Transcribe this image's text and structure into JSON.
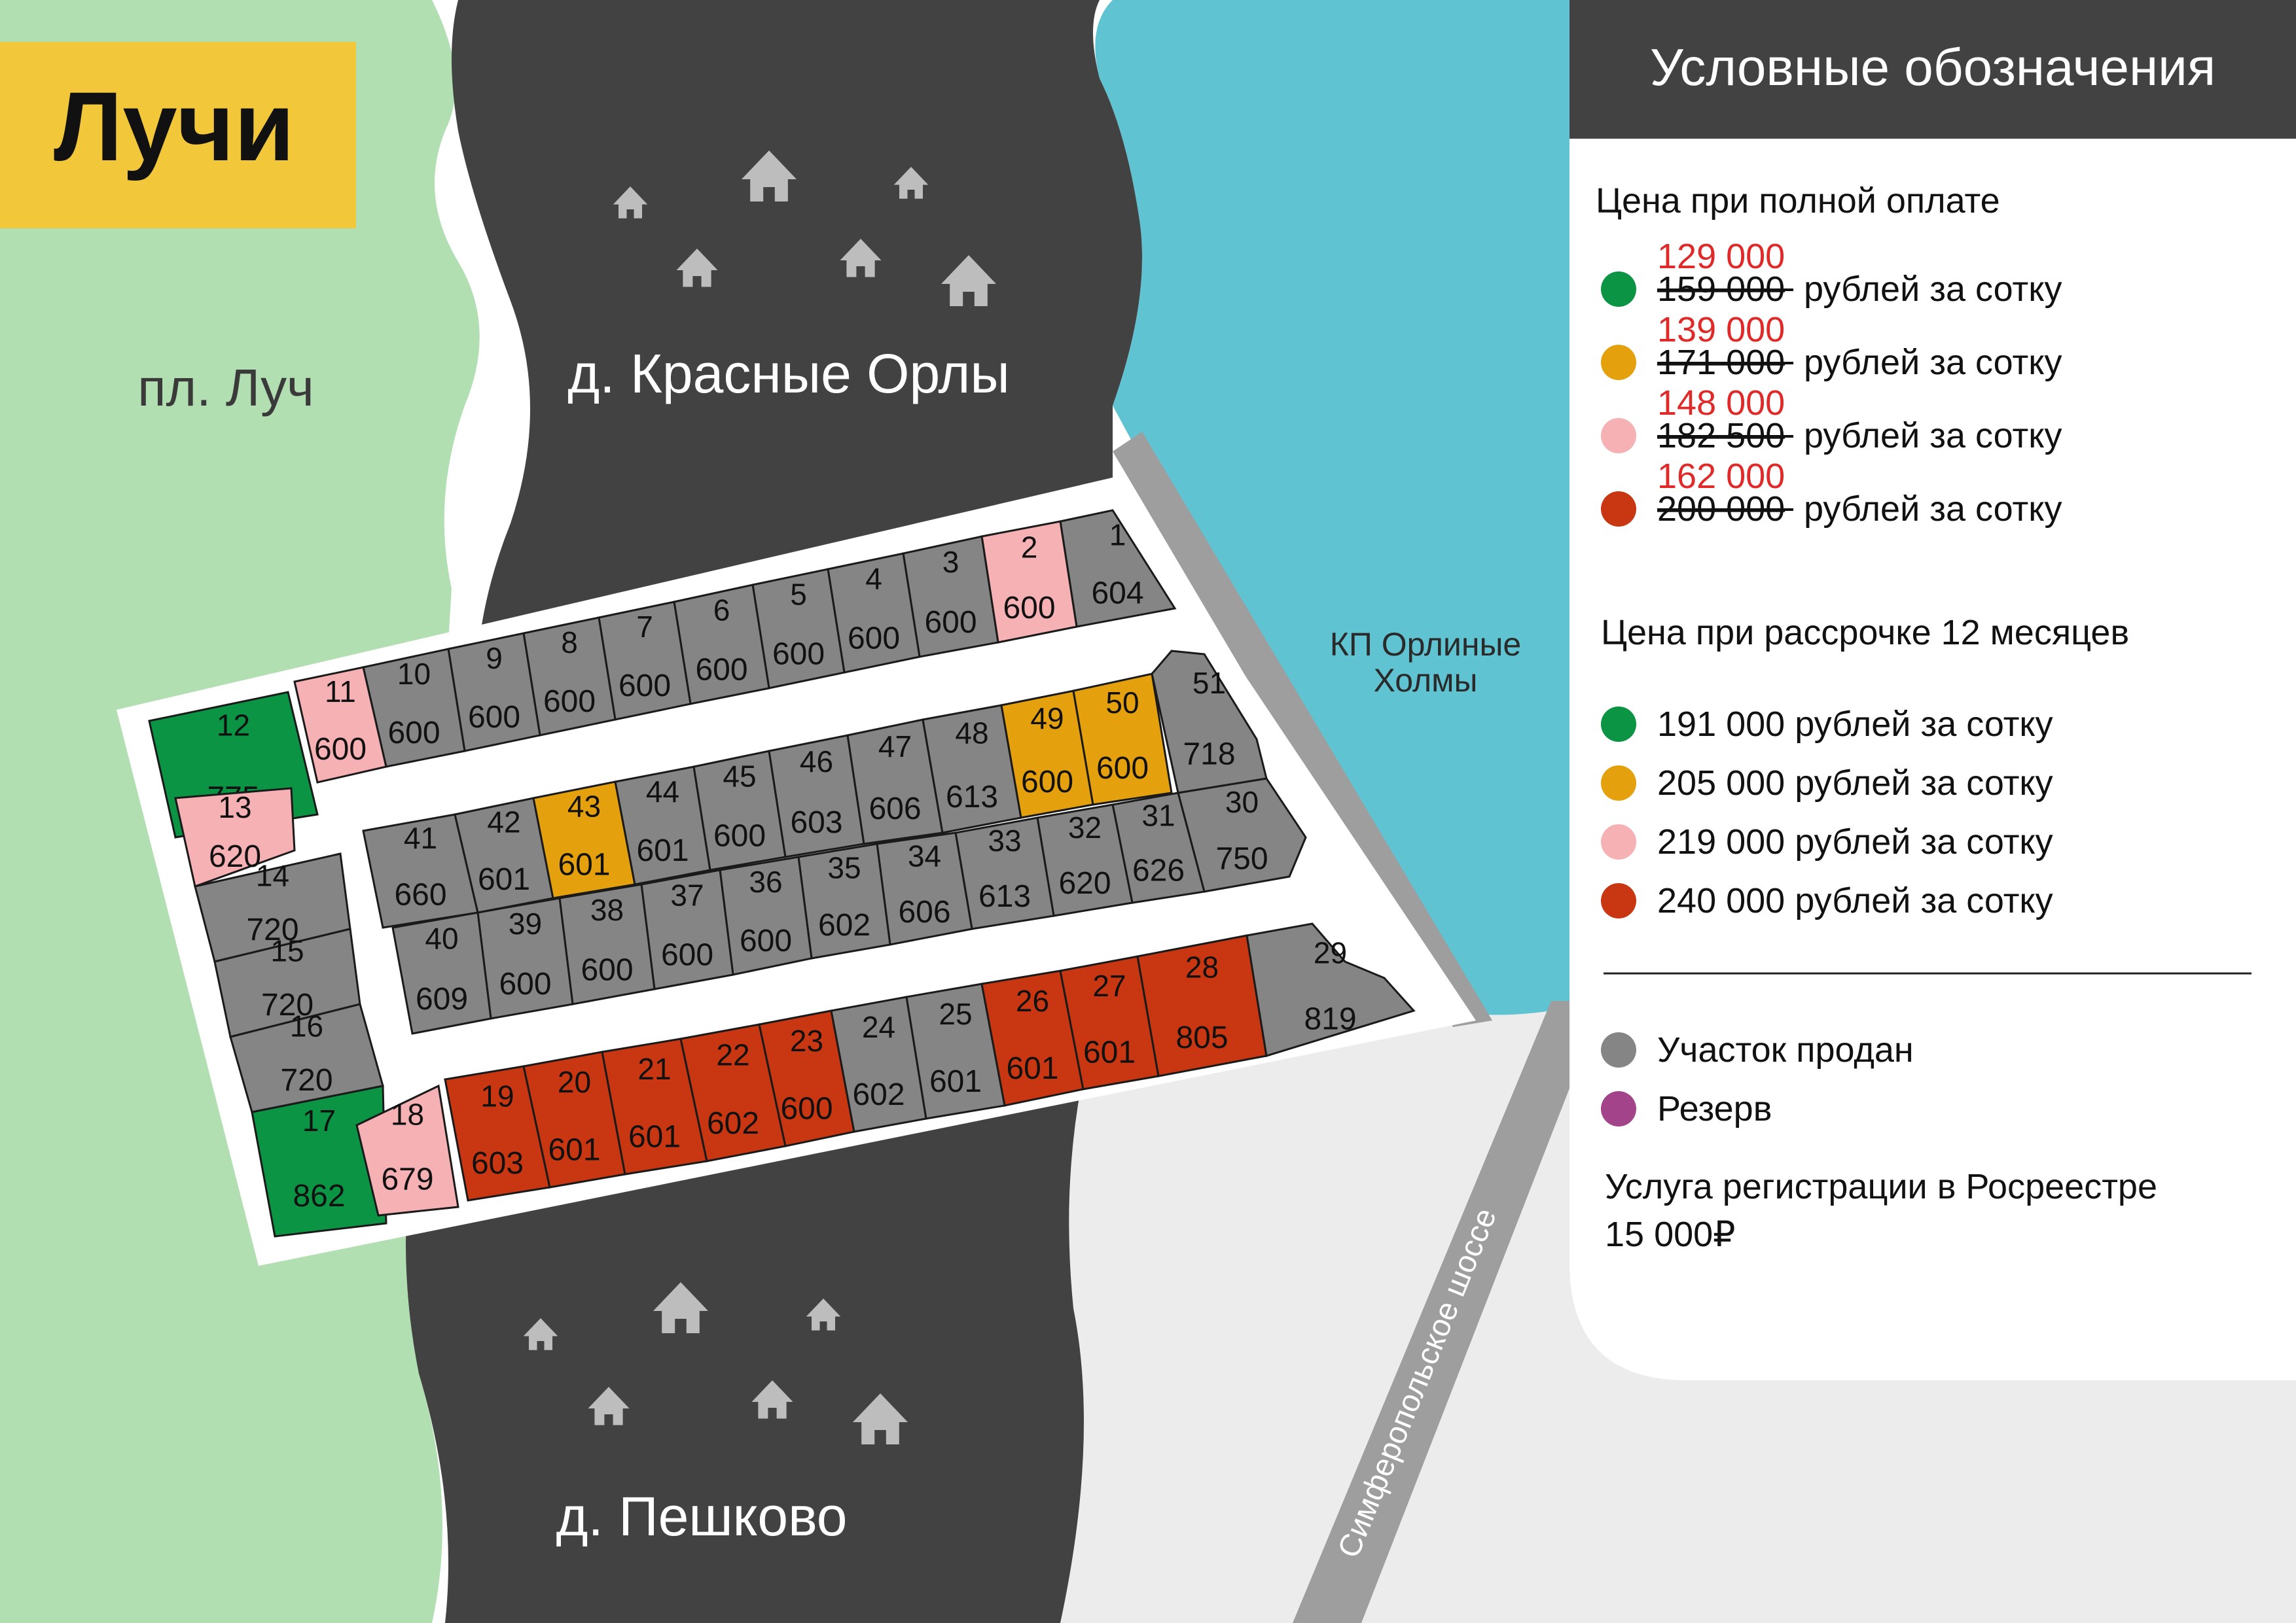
{
  "title": "Лучи",
  "places": {
    "station": "пл. Луч",
    "village_north": "д. Красные Орлы",
    "village_south": "д. Пешково",
    "settlement_line1": "КП Орлиные",
    "settlement_line2": "Холмы",
    "highway": "Симферопольское шоссе"
  },
  "legend": {
    "header": "Условные обозначения",
    "full_payment_title": "Цена при полной оплате",
    "full_payment": [
      {
        "color": "#0a9443",
        "new_price": "129 000",
        "old_price": "159 000",
        "suffix": "рублей за сотку"
      },
      {
        "color": "#e5a10d",
        "new_price": "139 000",
        "old_price": "171 000",
        "suffix": "рублей за сотку"
      },
      {
        "color": "#f5b1b4",
        "new_price": "148 000",
        "old_price": "182 500",
        "suffix": "рублей за сотку"
      },
      {
        "color": "#c83711",
        "new_price": "162 000",
        "old_price": "200 000",
        "suffix": "рублей за сотку"
      }
    ],
    "installment_title": "Цена при рассрочке 12 месяцев",
    "installment": [
      {
        "color": "#0a9443",
        "label": "191 000 рублей за сотку"
      },
      {
        "color": "#e5a10d",
        "label": "205 000 рублей за сотку"
      },
      {
        "color": "#f5b1b4",
        "label": "219 000 рублей за сотку"
      },
      {
        "color": "#c83711",
        "label": "240 000 рублей за сотку"
      }
    ],
    "status": [
      {
        "color": "#858585",
        "label": "Участок продан"
      },
      {
        "color": "#a3438a",
        "label": "Резерв"
      }
    ],
    "registration_line1": "Услуга регистрации в Росреестре",
    "registration_line2": "15 000₽"
  },
  "colors": {
    "green": "#0a9443",
    "orange": "#e5a10d",
    "pink": "#f5b1b4",
    "red": "#c83711",
    "sold": "#858585",
    "meadow": "#b2dfb1",
    "village": "#424242",
    "water": "#60c3d2",
    "title_bg": "#f2c83a"
  },
  "lots": [
    {
      "num": "1",
      "area": "604",
      "status": "sold"
    },
    {
      "num": "2",
      "area": "600",
      "status": "pink"
    },
    {
      "num": "3",
      "area": "600",
      "status": "sold"
    },
    {
      "num": "4",
      "area": "600",
      "status": "sold"
    },
    {
      "num": "5",
      "area": "600",
      "status": "sold"
    },
    {
      "num": "6",
      "area": "600",
      "status": "sold"
    },
    {
      "num": "7",
      "area": "600",
      "status": "sold"
    },
    {
      "num": "8",
      "area": "600",
      "status": "sold"
    },
    {
      "num": "9",
      "area": "600",
      "status": "sold"
    },
    {
      "num": "10",
      "area": "600",
      "status": "sold"
    },
    {
      "num": "11",
      "area": "600",
      "status": "pink"
    },
    {
      "num": "12",
      "area": "775",
      "status": "green"
    },
    {
      "num": "13",
      "area": "620",
      "status": "pink"
    },
    {
      "num": "14",
      "area": "720",
      "status": "sold"
    },
    {
      "num": "15",
      "area": "720",
      "status": "sold"
    },
    {
      "num": "16",
      "area": "720",
      "status": "sold"
    },
    {
      "num": "17",
      "area": "862",
      "status": "green"
    },
    {
      "num": "18",
      "area": "679",
      "status": "pink"
    },
    {
      "num": "19",
      "area": "603",
      "status": "red"
    },
    {
      "num": "20",
      "area": "601",
      "status": "red"
    },
    {
      "num": "21",
      "area": "601",
      "status": "red"
    },
    {
      "num": "22",
      "area": "602",
      "status": "red"
    },
    {
      "num": "23",
      "area": "600",
      "status": "red"
    },
    {
      "num": "24",
      "area": "602",
      "status": "sold"
    },
    {
      "num": "25",
      "area": "601",
      "status": "sold"
    },
    {
      "num": "26",
      "area": "601",
      "status": "red"
    },
    {
      "num": "27",
      "area": "601",
      "status": "red"
    },
    {
      "num": "28",
      "area": "805",
      "status": "red"
    },
    {
      "num": "29",
      "area": "819",
      "status": "sold"
    },
    {
      "num": "30",
      "area": "750",
      "status": "sold"
    },
    {
      "num": "31",
      "area": "626",
      "status": "sold"
    },
    {
      "num": "32",
      "area": "620",
      "status": "sold"
    },
    {
      "num": "33",
      "area": "613",
      "status": "sold"
    },
    {
      "num": "34",
      "area": "606",
      "status": "sold"
    },
    {
      "num": "35",
      "area": "602",
      "status": "sold"
    },
    {
      "num": "36",
      "area": "600",
      "status": "sold"
    },
    {
      "num": "37",
      "area": "600",
      "status": "sold"
    },
    {
      "num": "38",
      "area": "600",
      "status": "sold"
    },
    {
      "num": "39",
      "area": "600",
      "status": "sold"
    },
    {
      "num": "40",
      "area": "609",
      "status": "sold"
    },
    {
      "num": "41",
      "area": "660",
      "status": "sold"
    },
    {
      "num": "42",
      "area": "601",
      "status": "sold"
    },
    {
      "num": "43",
      "area": "601",
      "status": "orange"
    },
    {
      "num": "44",
      "area": "601",
      "status": "sold"
    },
    {
      "num": "45",
      "area": "600",
      "status": "sold"
    },
    {
      "num": "46",
      "area": "603",
      "status": "sold"
    },
    {
      "num": "47",
      "area": "606",
      "status": "sold"
    },
    {
      "num": "48",
      "area": "613",
      "status": "sold"
    },
    {
      "num": "49",
      "area": "600",
      "status": "orange"
    },
    {
      "num": "50",
      "area": "600",
      "status": "orange"
    },
    {
      "num": "51",
      "area": "718",
      "status": "sold"
    }
  ]
}
